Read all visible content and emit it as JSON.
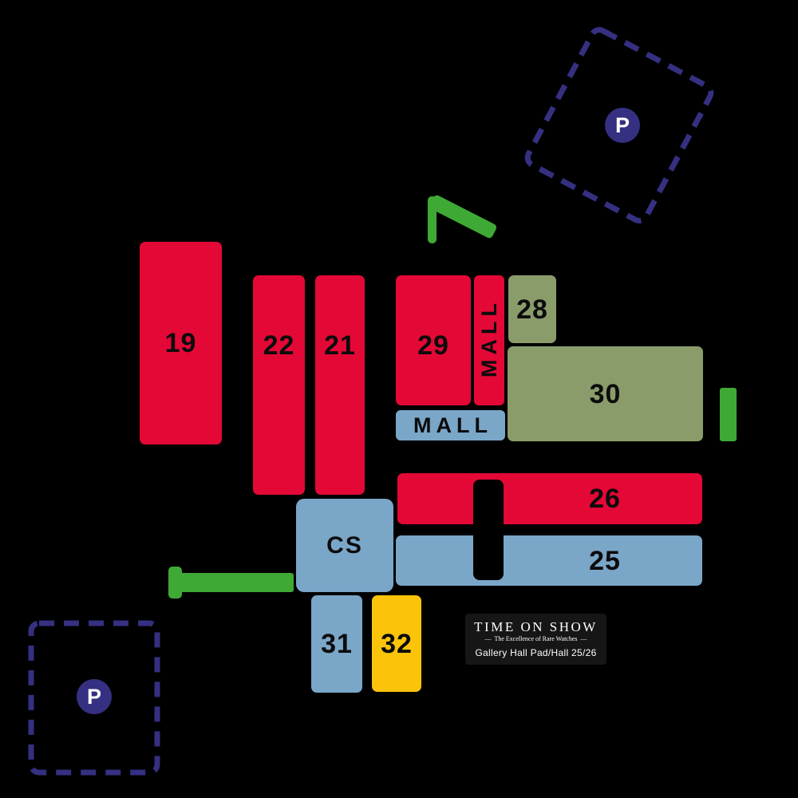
{
  "palette": {
    "background": "#000000",
    "red": "#e30836",
    "blue": "#7aa6c8",
    "olive": "#8b9c6b",
    "yellow": "#fcc30b",
    "green": "#3fa936",
    "navy": "#353081",
    "connector": "#000000",
    "badge_bg": "#161616"
  },
  "halls": {
    "h19": {
      "label": "19"
    },
    "h22": {
      "label": "22"
    },
    "h21": {
      "label": "21"
    },
    "h29": {
      "label": "29"
    },
    "h28": {
      "label": "28"
    },
    "h30": {
      "label": "30"
    },
    "h26": {
      "label": "26"
    },
    "h25": {
      "label": "25"
    },
    "h31": {
      "label": "31"
    },
    "h32": {
      "label": "32"
    },
    "cs": {
      "label": "CS"
    }
  },
  "mall": {
    "vertical_label": "MALL",
    "horizontal_label": "MALL"
  },
  "parking": {
    "symbol": "P"
  },
  "badge": {
    "title": "TIME ON SHOW",
    "subtitle": "The Excellence of Rare Watches",
    "ornament_left": "—",
    "ornament_right": "—",
    "caption": "Gallery Hall Pad/Hall 25/26"
  }
}
